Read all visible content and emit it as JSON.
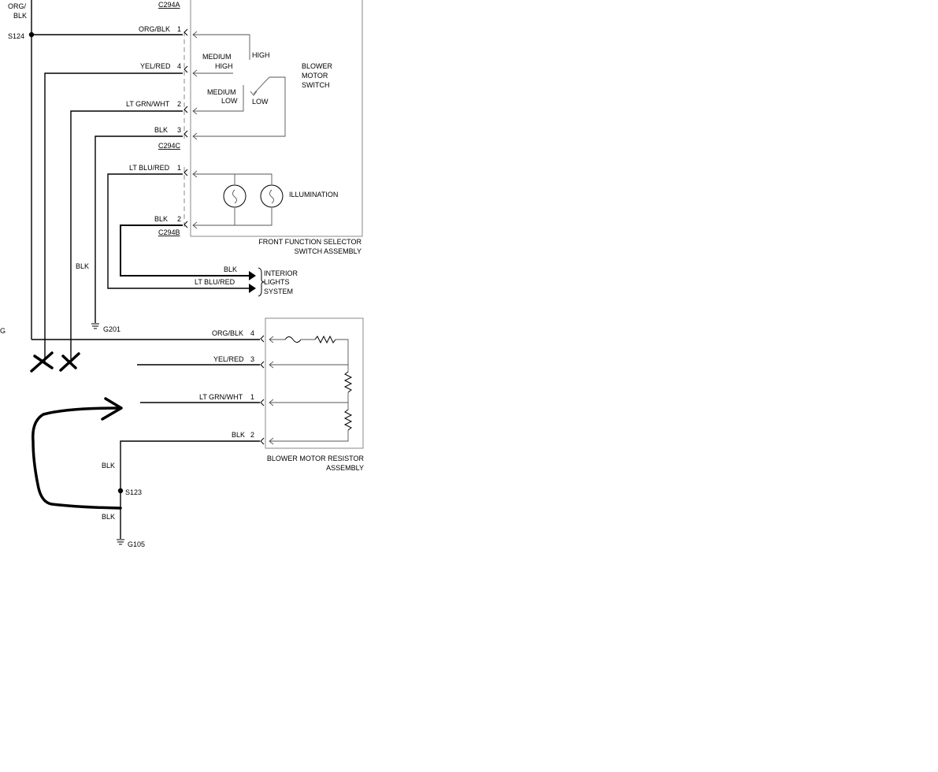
{
  "connectors": {
    "c294a": "C294A",
    "c294c": "C294C",
    "c294b": "C294B"
  },
  "splices": {
    "s124": "S124",
    "s123": "S123"
  },
  "grounds": {
    "g201": "G201",
    "g105": "G105",
    "g_edge": "G"
  },
  "wires": {
    "top_org_blk_line1": "ORG/",
    "top_org_blk_line2": "BLK",
    "switch_org_blk": "ORG/BLK",
    "switch_yel_red": "YEL/RED",
    "switch_lt_grn_wht": "LT GRN/WHT",
    "switch_blk": "BLK",
    "illum_lt_blu_red": "LT BLU/RED",
    "illum_blk": "BLK",
    "interior_blk": "BLK",
    "interior_lt_blu_red": "LT BLU/RED",
    "vertical_blk": "BLK",
    "resistor_org_blk": "ORG/BLK",
    "resistor_yel_red": "YEL/RED",
    "resistor_lt_grn_wht": "LT GRN/WHT",
    "resistor_blk": "BLK",
    "ground_blk_upper": "BLK",
    "ground_blk_lower": "BLK"
  },
  "pins": {
    "sw_1": "1",
    "sw_4": "4",
    "sw_2": "2",
    "sw_3": "3",
    "il_1": "1",
    "il_2": "2",
    "rs_4": "4",
    "rs_3": "3",
    "rs_1": "1",
    "rs_2": "2"
  },
  "switch": {
    "high": "HIGH",
    "medium_high_line1": "MEDIUM",
    "medium_high_line2": "HIGH",
    "medium_low_line1": "MEDIUM",
    "medium_low_line2": "LOW",
    "low": "LOW",
    "blower_line1": "BLOWER",
    "blower_line2": "MOTOR",
    "blower_line3": "SWITCH"
  },
  "illumination": "ILLUMINATION",
  "assemblies": {
    "front_function_line1": "FRONT FUNCTION SELECTOR",
    "front_function_line2": "SWITCH ASSEMBLY",
    "resistor_line1": "BLOWER MOTOR RESISTOR",
    "resistor_line2": "ASSEMBLY"
  },
  "interior": {
    "line1": "INTERIOR",
    "line2": "LIGHTS",
    "line3": "SYSTEM"
  }
}
